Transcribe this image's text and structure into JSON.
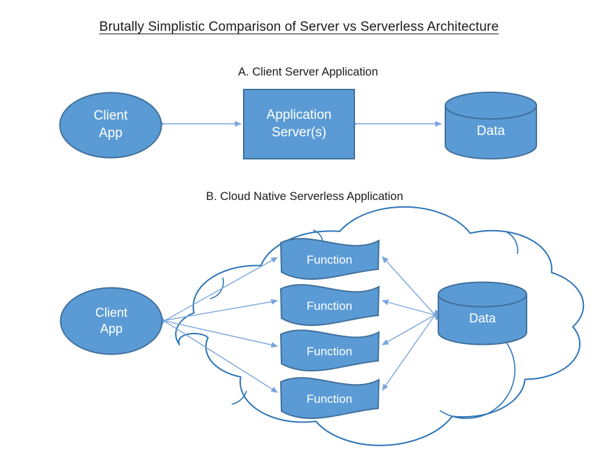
{
  "title": "Brutally Simplistic Comparison of Server vs Serverless Architecture",
  "colors": {
    "shape-fill": "#5B9BD5",
    "shape-border": "#41719C",
    "cloud-outline": "#2E75B6",
    "connector": "#7CA5DB",
    "heading-text": "#1b1b1b",
    "shape-text": "#ffffff"
  },
  "section_a": {
    "heading": "A. Client Server Application",
    "client": {
      "line1": "Client",
      "line2": "App"
    },
    "server": {
      "line1": "Application",
      "line2": "Server(s)"
    },
    "data_label": "Data"
  },
  "section_b": {
    "heading": "B. Cloud Native Serverless Application",
    "client": {
      "line1": "Client",
      "line2": "App"
    },
    "functions": [
      "Function",
      "Function",
      "Function",
      "Function"
    ],
    "data_label": "Data"
  }
}
